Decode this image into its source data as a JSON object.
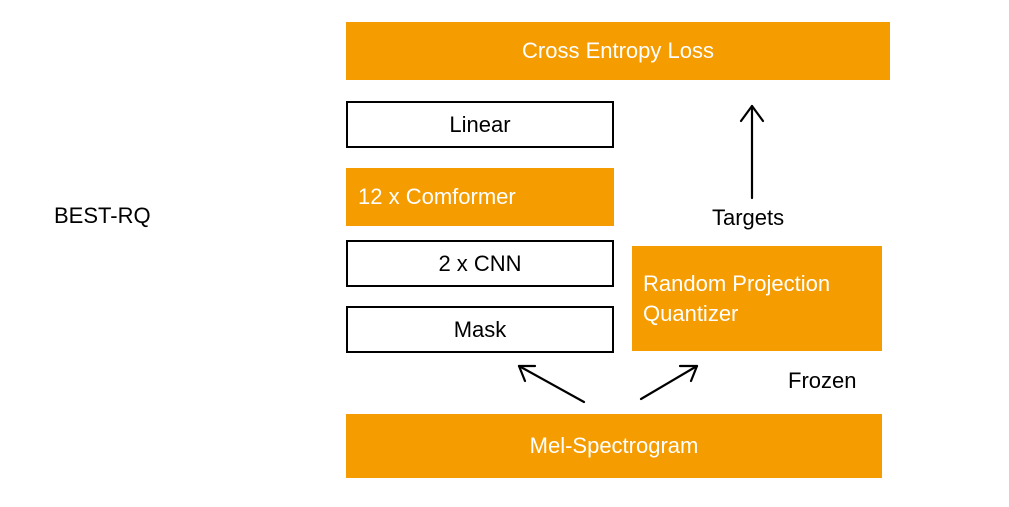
{
  "diagram": {
    "title": "BEST-RQ",
    "blocks": {
      "cross_entropy_loss": "Cross Entropy Loss",
      "linear": "Linear",
      "conformer": "12 x Comformer",
      "cnn": "2 x CNN",
      "mask": "Mask",
      "rpq_line1": "Random Projection",
      "rpq_line2": "Quantizer",
      "mel_spectrogram": "Mel-Spectrogram"
    },
    "annotations": {
      "targets": "Targets",
      "frozen": "Frozen"
    },
    "colors": {
      "accent": "#f59c00",
      "outline": "#000000"
    }
  }
}
